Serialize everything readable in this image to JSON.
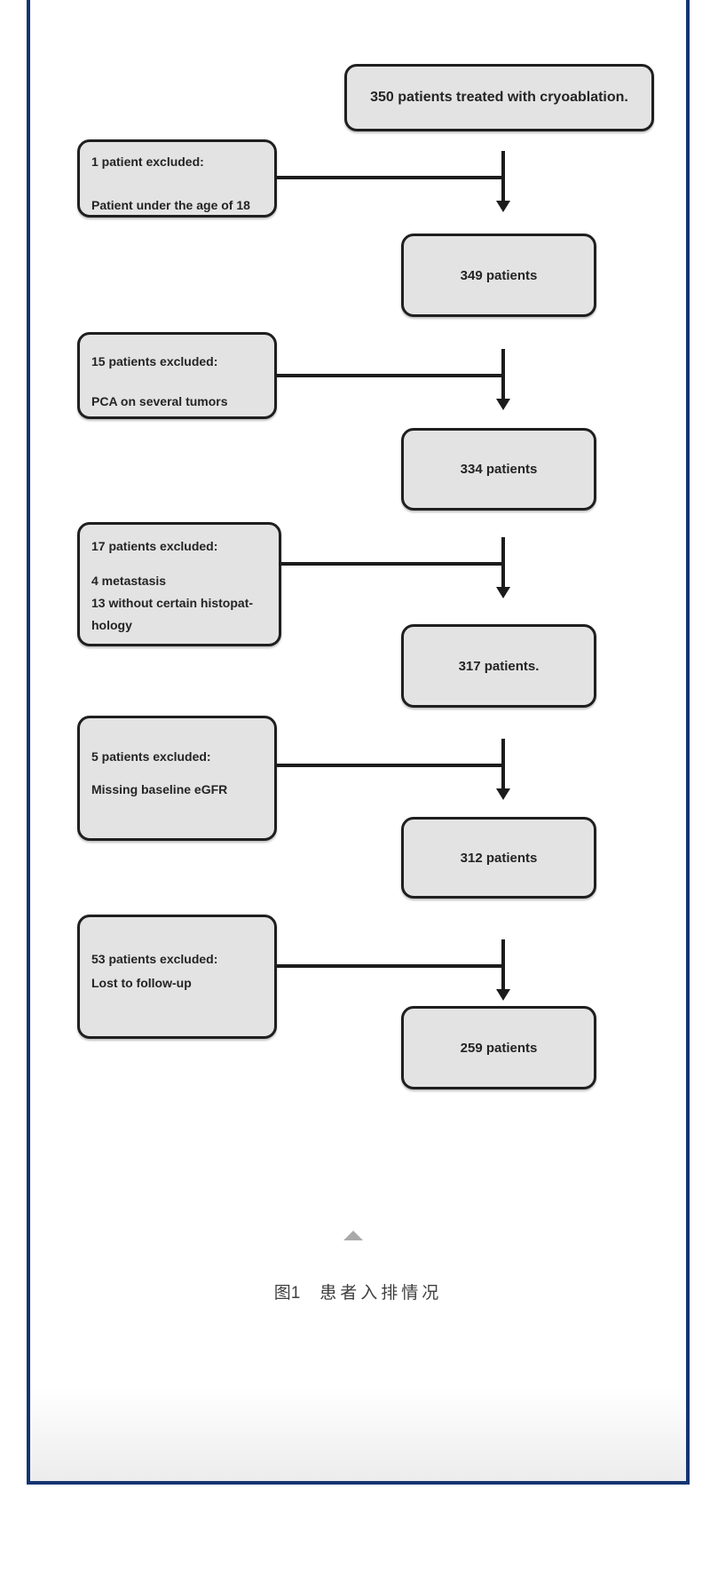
{
  "figure": {
    "flow": {
      "main": [
        {
          "label": "350 patients treated with cryoablation."
        },
        {
          "label": "349 patients"
        },
        {
          "label": "334 patients"
        },
        {
          "label": "317 patients."
        },
        {
          "label": "312 patients"
        },
        {
          "label": "259 patients"
        }
      ],
      "exclusions": [
        {
          "lines": [
            "1 patient excluded:",
            "Patient under the age of 18"
          ]
        },
        {
          "lines": [
            "15 patients excluded:",
            "PCA on several tumors"
          ]
        },
        {
          "lines": [
            "17 patients excluded:",
            "4 metastasis",
            "13 without certain histopat-",
            "hology"
          ]
        },
        {
          "lines": [
            "5 patients excluded:",
            "Missing baseline eGFR"
          ]
        },
        {
          "lines": [
            "53 patients excluded:",
            "Lost to follow-up"
          ]
        }
      ]
    },
    "caption": {
      "label": "图1",
      "title": "患者入排情况"
    },
    "toggle_icon": "collapse-triangle"
  },
  "colors": {
    "panel-border": "#123572",
    "box-fill": "#e4e3e3",
    "box-border": "#1f1f1f",
    "line-color": "#1c1c1c",
    "caption-color": "#3f3f3f",
    "triangle-color": "#a9a9a9"
  }
}
